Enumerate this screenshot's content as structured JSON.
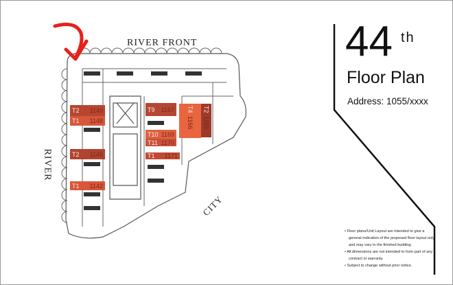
{
  "title": {
    "floor_number": "44",
    "suffix": "th",
    "subtitle": "Floor Plan",
    "address": "Address: 1055/xxxx"
  },
  "labels": {
    "top": "RIVER FRONT",
    "left": "RIVER",
    "bottom_right": "CITY"
  },
  "units": [
    {
      "type": "T2",
      "number": "1149",
      "color": "#b8462f"
    },
    {
      "type": "T1",
      "number": "1148",
      "color": "#d8563a"
    },
    {
      "type": "T2",
      "number": "1145",
      "color": "#b0442f"
    },
    {
      "type": "T1",
      "number": "1142",
      "color": "#d8563a"
    },
    {
      "type": "T9",
      "number": "1167",
      "color": "#b54733"
    },
    {
      "type": "T10",
      "number": "1169",
      "color": "#e0603f"
    },
    {
      "type": "T11",
      "number": "1170",
      "color": "#c9503a"
    },
    {
      "type": "T1",
      "number": "1171",
      "color": "#c04a35"
    },
    {
      "type": "T4",
      "number": "1166",
      "color": "#e8653f"
    },
    {
      "type": "T2",
      "number": "1165",
      "color": "#9e3a28"
    }
  ],
  "notes": [
    "• Floor plans/Unit Layout are intended to give a general indication of the proposed floor layout only and may vary in the finished building.",
    "• All dimensions are not intended to form part of any contract or warranty.",
    "• Subject to change without prior notice."
  ],
  "colors": {
    "arrow": "#e8201c",
    "text": "#111111"
  }
}
